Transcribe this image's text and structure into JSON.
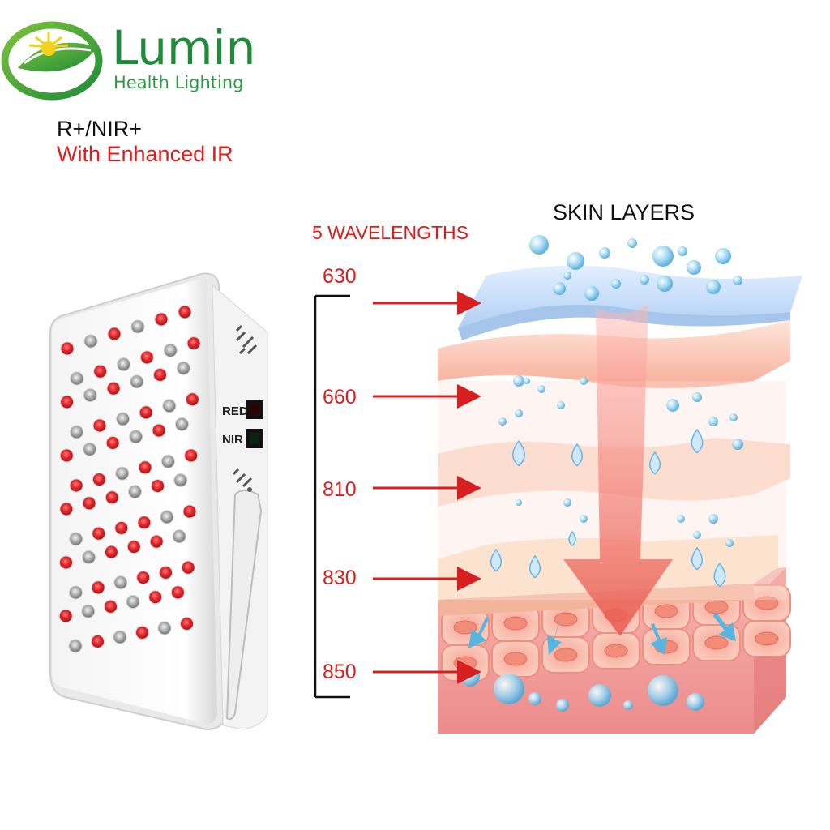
{
  "brand": {
    "name": "Lumin",
    "subtitle": "Health Lighting",
    "colors": {
      "green": "#1f8a3a",
      "yellow": "#f4d21a"
    }
  },
  "tagline": {
    "line1": "R+/NIR+",
    "line2": "With Enhanced IR"
  },
  "device": {
    "labels": {
      "red": "RED",
      "nir": "NIR"
    },
    "led_colors": {
      "red": "#e3262b",
      "grey": "#9a9a9a"
    }
  },
  "diagram": {
    "wavelengths_title": "5 WAVELENGTHS",
    "skin_title": "SKIN LAYERS",
    "wavelengths": [
      "630",
      "660",
      "810",
      "830",
      "850"
    ],
    "arrow_color": "#d81f1f"
  }
}
